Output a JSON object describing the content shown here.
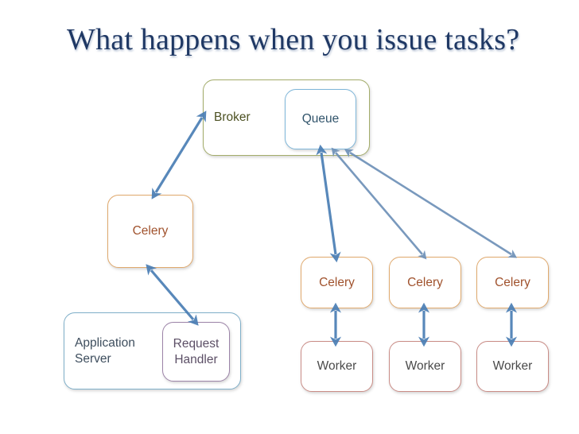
{
  "slide": {
    "title": "What happens when you issue tasks?",
    "background_color": "#ffffff",
    "title_color": "#1F3864"
  },
  "nodes": {
    "broker": {
      "label": "Broker",
      "border_color": "#A3AC6A",
      "text_color": "#4C5122"
    },
    "queue": {
      "label": "Queue",
      "border_color": "#7EB6D9",
      "text_color": "#31546B"
    },
    "celery_left": {
      "label": "Celery",
      "border_color": "#E0A96D",
      "text_color": "#A0522D"
    },
    "app_server": {
      "label": "Application Server",
      "border_color": "#7FAFC9",
      "text_color": "#3E4E5E"
    },
    "request_handler": {
      "label": "Request Handler",
      "border_color": "#9C84A8",
      "text_color": "#5C4F66"
    },
    "celery_1": {
      "label": "Celery",
      "border_color": "#E0A96D",
      "text_color": "#A0522D"
    },
    "celery_2": {
      "label": "Celery",
      "border_color": "#E0A96D",
      "text_color": "#A0522D"
    },
    "celery_3": {
      "label": "Celery",
      "border_color": "#E0A96D",
      "text_color": "#A0522D"
    },
    "worker_1": {
      "label": "Worker",
      "border_color": "#C98C86",
      "text_color": "#4A4A4A"
    },
    "worker_2": {
      "label": "Worker",
      "border_color": "#C98C86",
      "text_color": "#4A4A4A"
    },
    "worker_3": {
      "label": "Worker",
      "border_color": "#C98C86",
      "text_color": "#4A4A4A"
    }
  },
  "connectors": {
    "arrow_color": "#4A7EB5",
    "items": [
      {
        "name": "celery-left-to-broker",
        "from": "celery_left",
        "to": "broker",
        "style": "double-headed"
      },
      {
        "name": "celery-left-to-request-handler",
        "from": "celery_left",
        "to": "request_handler",
        "style": "double-headed"
      },
      {
        "name": "queue-to-celery-1",
        "from": "queue",
        "to": "celery_1",
        "style": "double-headed"
      },
      {
        "name": "queue-to-celery-2",
        "from": "queue",
        "to": "celery_2",
        "style": "double-headed"
      },
      {
        "name": "queue-to-celery-3",
        "from": "queue",
        "to": "celery_3",
        "style": "double-headed"
      },
      {
        "name": "celery-1-to-worker-1",
        "from": "celery_1",
        "to": "worker_1",
        "style": "double-headed"
      },
      {
        "name": "celery-2-to-worker-2",
        "from": "celery_2",
        "to": "worker_2",
        "style": "double-headed"
      },
      {
        "name": "celery-3-to-worker-3",
        "from": "celery_3",
        "to": "worker_3",
        "style": "double-headed"
      }
    ]
  }
}
